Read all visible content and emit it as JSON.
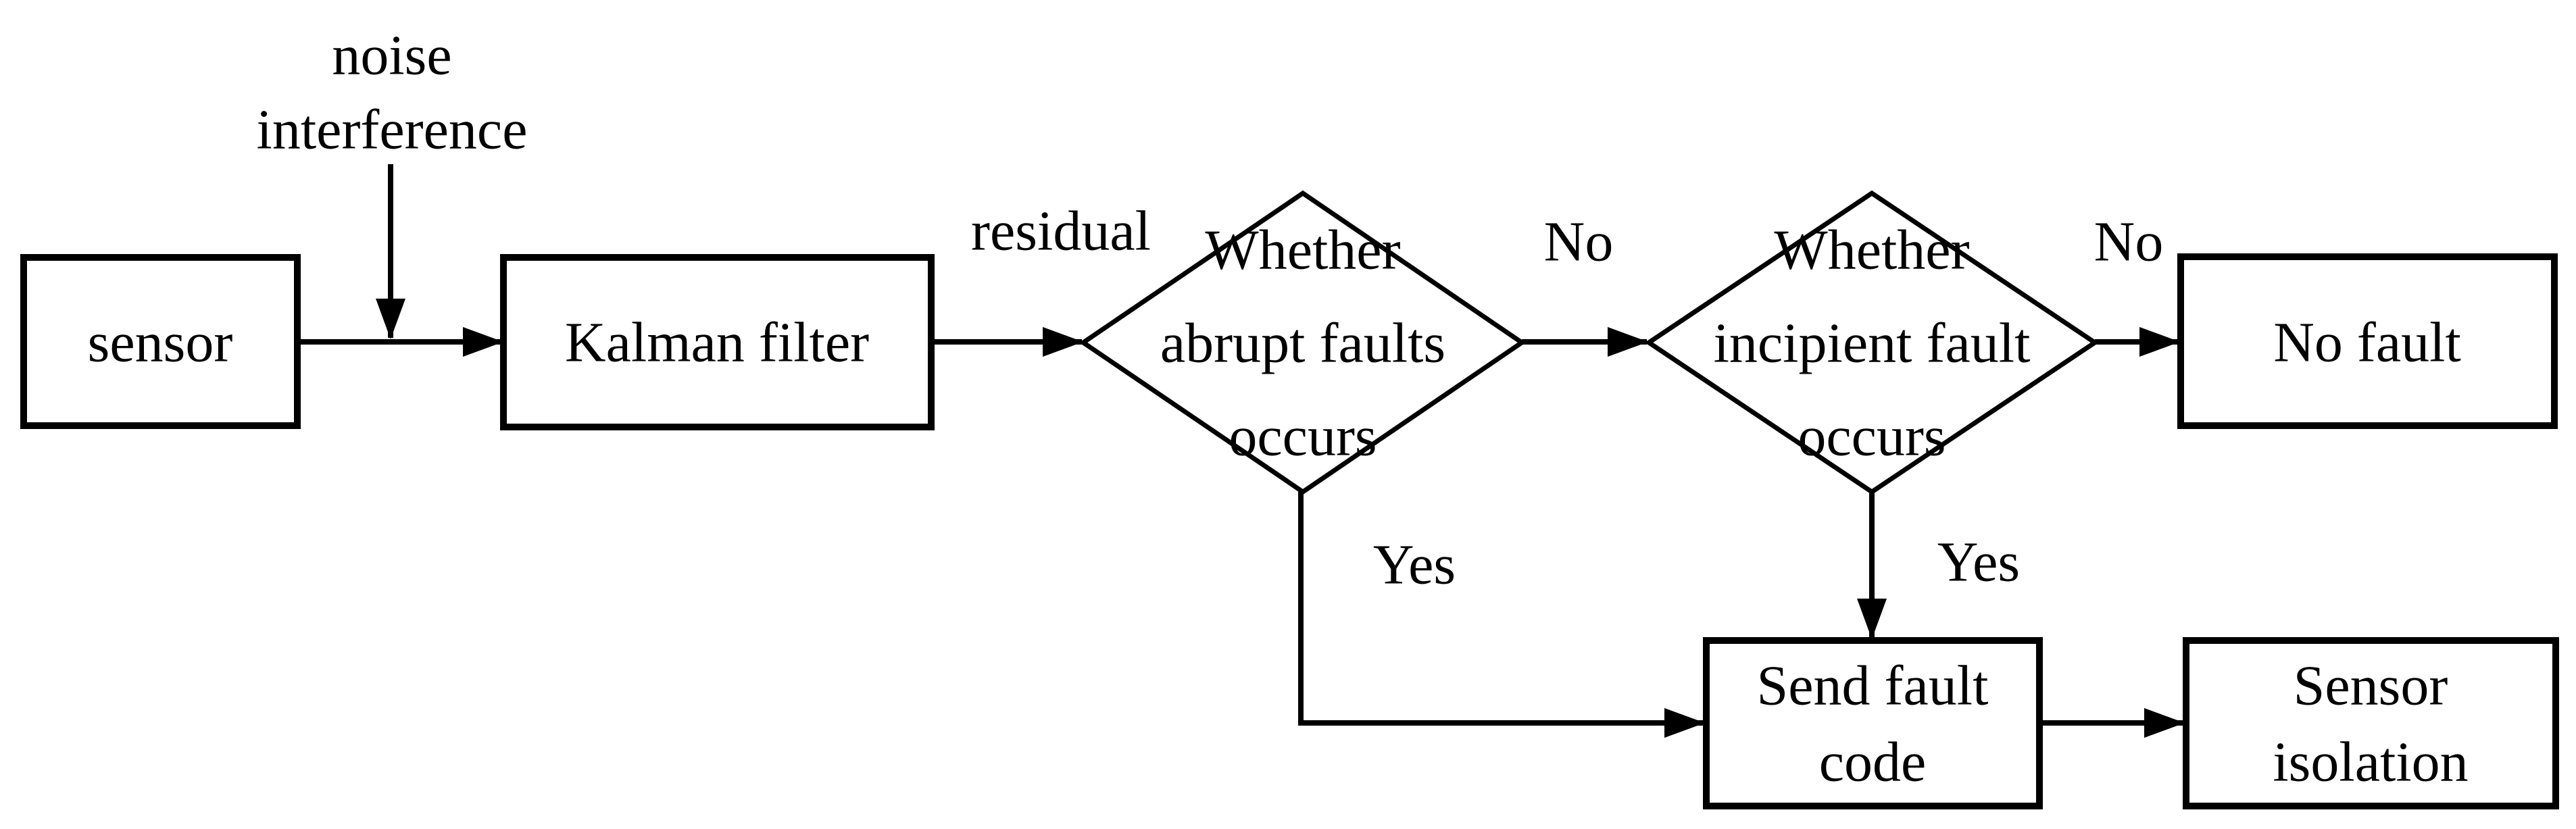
{
  "diagram": {
    "type": "flowchart",
    "background_color": "#ffffff",
    "line_color": "#000000",
    "nodes": {
      "sensor": {
        "label": "sensor",
        "shape": "rectangle"
      },
      "kalman_filter": {
        "label": "Kalman filter",
        "shape": "rectangle"
      },
      "decision_abrupt": {
        "line1": "Whether",
        "line2": "abrupt faults",
        "line3": "occurs",
        "shape": "diamond"
      },
      "decision_incipient": {
        "line1": "Whether",
        "line2": "incipient fault",
        "line3": "occurs",
        "shape": "diamond"
      },
      "no_fault": {
        "label": "No fault",
        "shape": "rectangle"
      },
      "send_fault_code": {
        "line1": "Send fault",
        "line2": "code",
        "shape": "rectangle"
      },
      "sensor_isolation": {
        "line1": "Sensor",
        "line2": "isolation",
        "shape": "rectangle"
      }
    },
    "edges": {
      "sensor_to_kalman": {
        "label": ""
      },
      "noise_to_flow": {
        "label": ""
      },
      "kalman_to_abrupt": {
        "label": "residual"
      },
      "abrupt_to_incipient": {
        "label": "No"
      },
      "incipient_to_nofault": {
        "label": "No"
      },
      "abrupt_to_sendcode": {
        "label": "Yes"
      },
      "incipient_to_sendcode": {
        "label": "Yes"
      },
      "sendcode_to_isolation": {
        "label": ""
      }
    },
    "annotations": {
      "noise_line1": "noise",
      "noise_line2": "interference"
    }
  }
}
